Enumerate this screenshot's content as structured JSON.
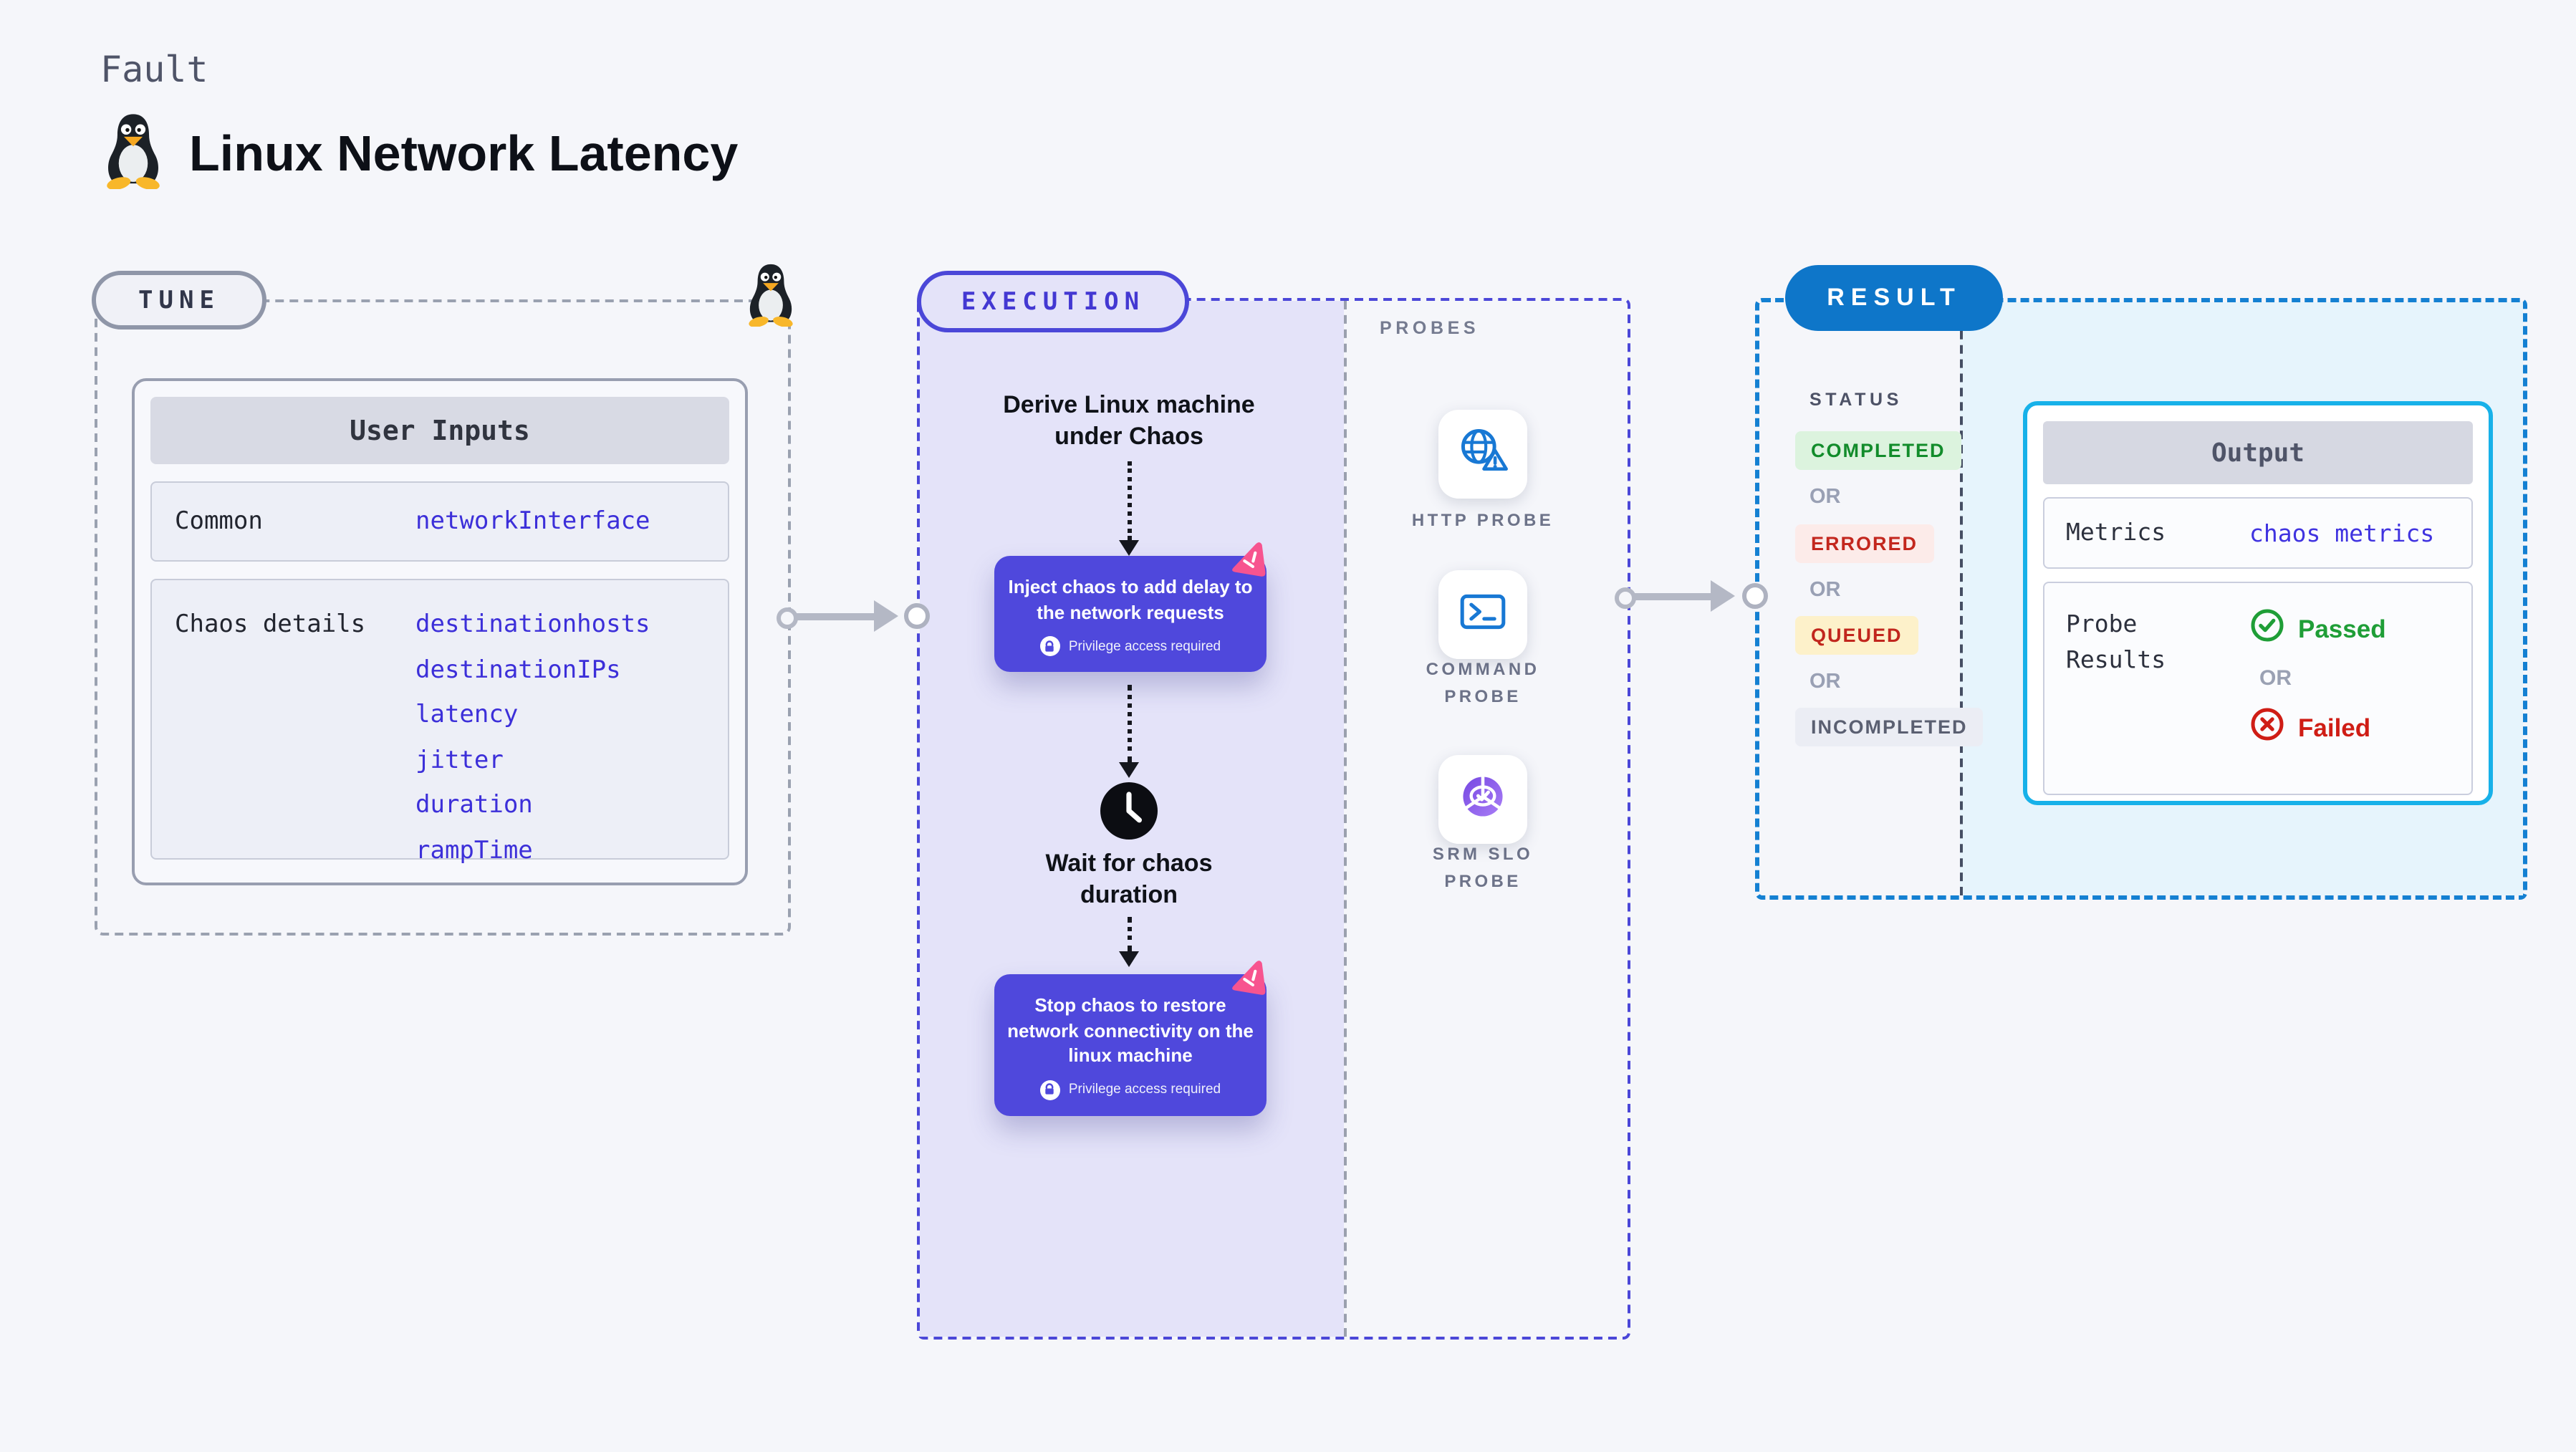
{
  "page": {
    "kicker": "Fault",
    "title": "Linux Network Latency"
  },
  "tune": {
    "label": "TUNE",
    "panel": {
      "title": "User Inputs",
      "rows": [
        {
          "label": "Common",
          "values": [
            "networkInterface"
          ]
        },
        {
          "label": "Chaos details",
          "values": [
            "destinationhosts",
            "destinationIPs",
            "latency",
            "jitter",
            "duration",
            "rampTime"
          ]
        }
      ]
    }
  },
  "execution": {
    "label": "EXECUTION",
    "steps": [
      {
        "type": "derive",
        "text": "Derive Linux machine under Chaos"
      },
      {
        "type": "action",
        "text": "Inject chaos to add delay to the network requests",
        "badge": "Privilege access required",
        "icon": "chaos-pink-icon"
      },
      {
        "type": "wait",
        "text": "Wait for chaos duration",
        "icon": "clock-icon"
      },
      {
        "type": "action",
        "text": "Stop chaos to restore network connectivity on the linux machine",
        "badge": "Privilege access required",
        "icon": "chaos-pink-icon"
      }
    ],
    "probes": {
      "label": "PROBES",
      "items": [
        {
          "label": "HTTP PROBE",
          "icon": "globe-alert-icon"
        },
        {
          "label": "COMMAND PROBE",
          "icon": "terminal-icon"
        },
        {
          "label": "SRM SLO PROBE",
          "icon": "pie-check-icon"
        }
      ]
    }
  },
  "result": {
    "label": "RESULT",
    "status": {
      "label": "STATUS",
      "or": "OR",
      "badges": [
        {
          "text": "COMPLETED",
          "color": "#128c2b",
          "bg": "#dcf3de"
        },
        {
          "text": "ERRORED",
          "color": "#c3271e",
          "bg": "#fcebe9"
        },
        {
          "text": "QUEUED",
          "color": "#c1261d",
          "bg": "#fdf1ca"
        },
        {
          "text": "INCOMPLETED",
          "color": "#5a5f71",
          "bg": "#ebedf4"
        }
      ]
    },
    "output": {
      "title": "Output",
      "metrics_label": "Metrics",
      "metrics_value": "chaos metrics",
      "probe_results_label": "Probe Results",
      "passed": "Passed",
      "or": "OR",
      "failed": "Failed"
    }
  },
  "colors": {
    "page_bg": "#f5f6fa",
    "execution_accent": "#4b47d8",
    "execution_fill": "#e4e3f9",
    "action_box": "#4f48dc",
    "result_accent": "#0e76c9",
    "result_dash": "#1480d2",
    "result_fill": "#e6f4fc",
    "output_border": "#17b1e9",
    "probe_icon_blue": "#1878d4",
    "srm_purple": "#8a5cf0",
    "chaos_pink": "#f7548f",
    "input_value_blue": "#3c2fd9",
    "passed_green": "#1f9e37",
    "failed_red": "#cf1d15"
  }
}
